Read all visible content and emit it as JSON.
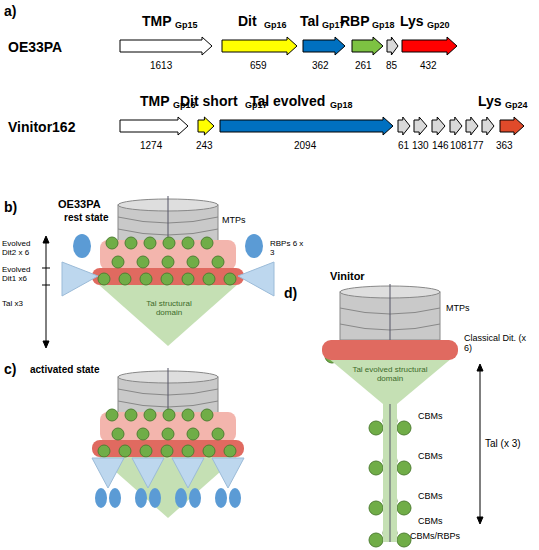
{
  "diagram": {
    "labels": [
      "a)",
      "OE33PA",
      "TMP",
      "Gp15",
      "Dit",
      "Gp16",
      "Tal",
      "Gp17",
      "RBP",
      "Gp18",
      "Lys",
      "Gp20",
      "1613",
      "659",
      "362",
      "261",
      "85",
      "432",
      "Vinitor162",
      "TMP",
      "Gp16",
      "Dit short",
      "Gp17",
      "Tal evolved",
      "Gp18",
      "Lys",
      "Gp24",
      "1274",
      "243",
      "2094",
      "61",
      "130",
      "146",
      "108",
      "177",
      "363",
      "b)",
      "OE33PA",
      "rest state",
      "MTPs",
      "Evolved Dit2 x 6",
      "Evolved Dit1 x6",
      "Tal x3",
      "RBPs 6 x 3",
      "Tal structural domain",
      "c)",
      "activated state",
      "d)",
      "Vinitor",
      "MTPs",
      "Classical Dit. (x 6)",
      "Tal evolved structural domain",
      "CBMs",
      "CBMs",
      "CBMs",
      "CBMs",
      "CBMs/RBPs",
      "Tal (x 3)"
    ]
  }
}
